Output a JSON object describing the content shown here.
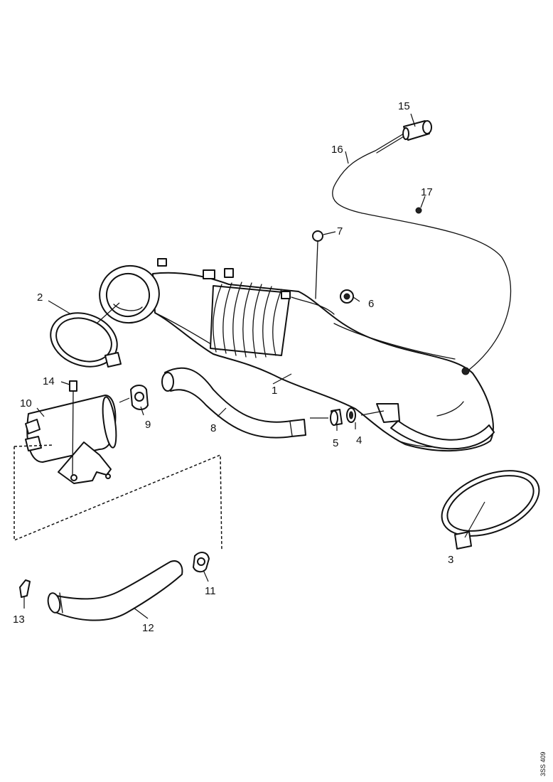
{
  "callouts": [
    "1",
    "2",
    "3",
    "4",
    "5",
    "6",
    "7",
    "8",
    "9",
    "10",
    "11",
    "12",
    "13",
    "14",
    "15",
    "16",
    "17"
  ],
  "reference": "3SS 409",
  "colors": {
    "line": "#111111",
    "background": "#ffffff"
  }
}
